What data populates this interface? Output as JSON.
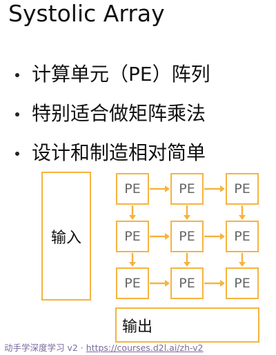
{
  "slide": {
    "title": "Systolic Array",
    "bullets": [
      "计算单元（PE）阵列",
      "特别适合做矩阵乘法",
      "设计和制造相对简单"
    ]
  },
  "diagram": {
    "input_label": "输入",
    "output_label": "输出",
    "pe_label": "PE",
    "grid": {
      "rows": 3,
      "cols": 3
    },
    "accent_color": "#f5b340"
  },
  "footer": {
    "source": "动手学深度学习 v2 · ",
    "link": "https://courses.d2l.ai/zh-v2"
  }
}
